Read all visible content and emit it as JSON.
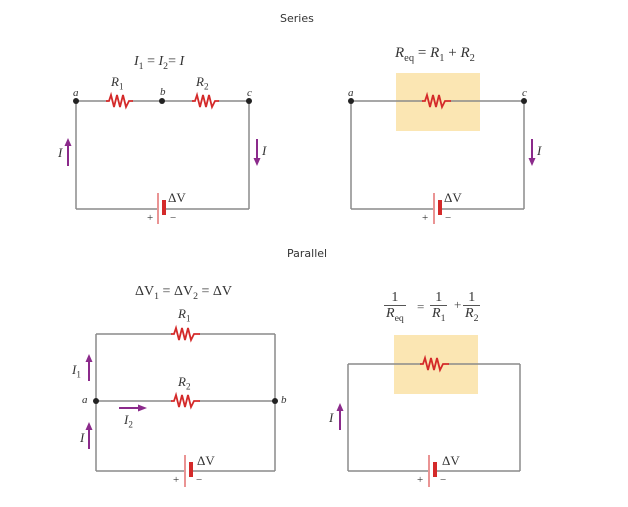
{
  "sections": {
    "series_title": "Series",
    "parallel_title": "Parallel"
  },
  "series_left": {
    "equation": {
      "lhs": "I",
      "s1": "1",
      "eq1": " = ",
      "mid": "I",
      "s2": "2",
      "eq2": "= ",
      "rhs": "I"
    },
    "nodes": {
      "a": "a",
      "b": "b",
      "c": "c"
    },
    "r1": {
      "name": "R",
      "sub": "1"
    },
    "r2": {
      "name": "R",
      "sub": "2"
    },
    "current_left": "I",
    "current_right": "I",
    "battery": {
      "label": "ΔV",
      "plus": "+",
      "minus": "−"
    }
  },
  "series_right": {
    "equation": {
      "lhs": "R",
      "lhs_sub": "eq",
      "eq": " = ",
      "t1": "R",
      "t1_sub": "1",
      "plus": " + ",
      "t2": "R",
      "t2_sub": "2"
    },
    "nodes": {
      "a": "a",
      "c": "c"
    },
    "current_right": "I",
    "battery": {
      "label": "ΔV",
      "plus": "+",
      "minus": "−"
    }
  },
  "parallel_left": {
    "equation": {
      "t1": "ΔV",
      "s1": "1",
      "eq1": " = ",
      "t2": "ΔV",
      "s2": "2",
      "eq2": " = ",
      "t3": "ΔV"
    },
    "r1": {
      "name": "R",
      "sub": "1"
    },
    "r2": {
      "name": "R",
      "sub": "2"
    },
    "nodes": {
      "a": "a",
      "b": "b"
    },
    "current_i1": {
      "name": "I",
      "sub": "1"
    },
    "current_i2": {
      "name": "I",
      "sub": "2"
    },
    "current_i": "I",
    "battery": {
      "label": "ΔV",
      "plus": "+",
      "minus": "−"
    }
  },
  "parallel_right": {
    "equation": {
      "f1_num": "1",
      "f1_den": "R",
      "f1_den_sub": "eq",
      "eq": "=",
      "f2_num": "1",
      "f2_den": "R",
      "f2_den_sub": "1",
      "plus": "+",
      "f3_num": "1",
      "f3_den": "R",
      "f3_den_sub": "2"
    },
    "current_left": "I",
    "battery": {
      "label": "ΔV",
      "plus": "+",
      "minus": "−"
    }
  },
  "colors": {
    "wire": "#8a8a8a",
    "resistor": "#d42a2a",
    "battery_neg": "#d42a2a",
    "battery_pos": "#d42a2a",
    "current_arrow": "#8b2a8b",
    "equivalent_highlight": "#fbe6b3",
    "node": "#222222"
  }
}
